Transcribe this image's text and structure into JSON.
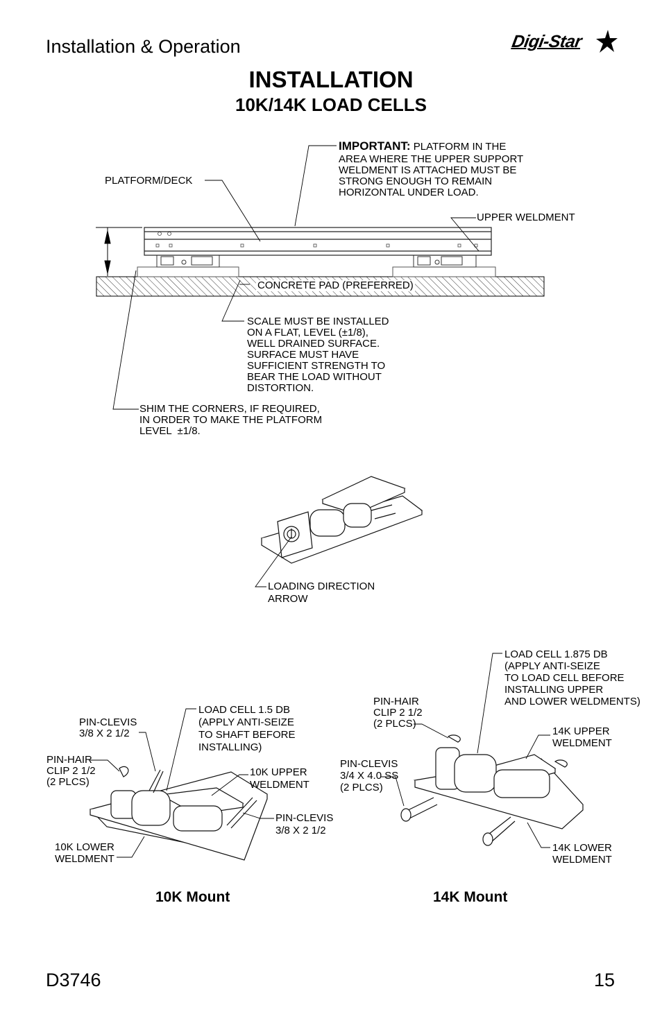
{
  "header": {
    "section": "Installation & Operation",
    "logo_text": "Digi-Star"
  },
  "title": "INSTALLATION",
  "subtitle": "10K/14K LOAD CELLS",
  "diagram1": {
    "important_label": "IMPORTANT:",
    "important_text": [
      " PLATFORM IN THE",
      "AREA WHERE THE UPPER SUPPORT",
      "WELDMENT IS ATTACHED MUST BE",
      "STRONG ENOUGH TO REMAIN",
      "HORIZONTAL UNDER LOAD."
    ],
    "platform_deck": "PLATFORM/DECK",
    "upper_weldment": "UPPER WELDMENT",
    "concrete_pad": "CONCRETE PAD (PREFERRED)",
    "scale_note": [
      "SCALE MUST BE INSTALLED",
      "ON A FLAT, LEVEL (±1/8),",
      "WELL DRAINED SURFACE.",
      "SURFACE MUST HAVE",
      "SUFFICIENT STRENGTH TO",
      "BEAR THE LOAD WITHOUT",
      "DISTORTION."
    ],
    "shim_note": [
      "SHIM THE CORNERS, IF REQUIRED,",
      "IN ORDER TO MAKE THE PLATFORM",
      "LEVEL  ±1/8."
    ]
  },
  "diagram2": {
    "loading_direction": [
      "LOADING DIRECTION",
      "ARROW"
    ]
  },
  "mount10k": {
    "caption": "10K Mount",
    "load_cell": [
      "LOAD CELL 1.5 DB",
      "(APPLY ANTI-SEIZE",
      "TO SHAFT BEFORE",
      "INSTALLING)"
    ],
    "pin_clevis_left": [
      "PIN-CLEVIS",
      "3/8 X 2 1/2"
    ],
    "pin_hair": [
      "PIN-HAIR",
      "CLIP 2 1/2",
      "(2 PLCS)"
    ],
    "upper_weldment": [
      "10K UPPER",
      "WELDMENT"
    ],
    "pin_clevis_right": [
      "PIN-CLEVIS",
      "3/8 X 2 1/2"
    ],
    "lower_weldment": [
      "10K LOWER",
      "WELDMENT"
    ]
  },
  "mount14k": {
    "caption": "14K Mount",
    "load_cell": [
      "LOAD CELL 1.875 DB",
      "(APPLY ANTI-SEIZE",
      "TO LOAD CELL BEFORE",
      "INSTALLING UPPER",
      "AND LOWER WELDMENTS)"
    ],
    "pin_hair": [
      "PIN-HAIR",
      "CLIP 2 1/2",
      "(2 PLCS)"
    ],
    "upper_weldment": [
      "14K UPPER",
      "WELDMENT"
    ],
    "pin_clevis": [
      "PIN-CLEVIS",
      "3/4 X 4.0 SS",
      "(2 PLCS)"
    ],
    "lower_weldment": [
      "14K LOWER",
      "WELDMENT"
    ]
  },
  "footer": {
    "doc_number": "D3746",
    "page_number": "15"
  }
}
